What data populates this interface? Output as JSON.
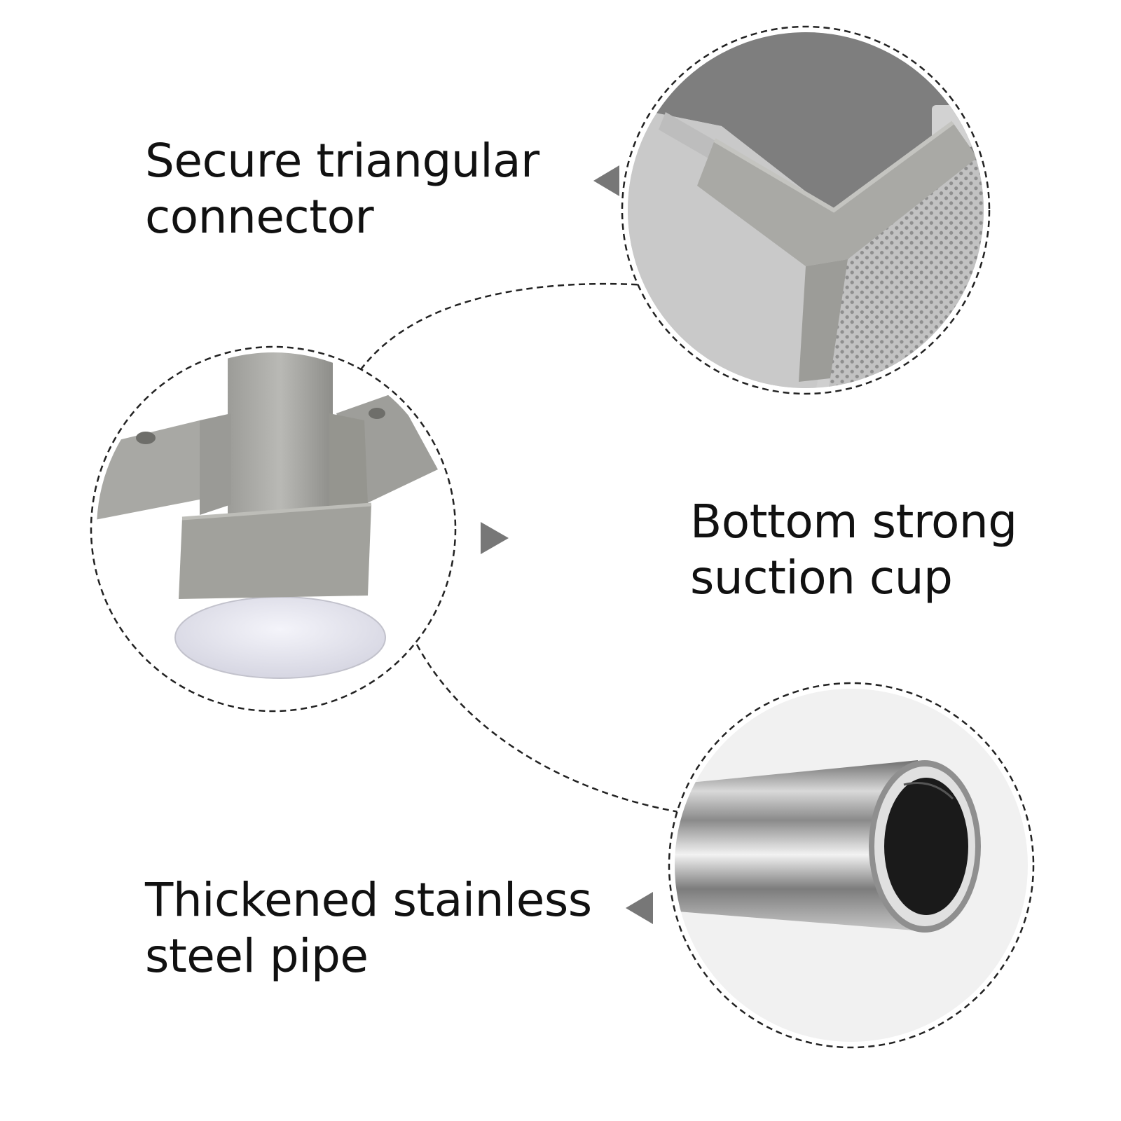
{
  "features": [
    {
      "lines": [
        "Secure triangular",
        "connector"
      ],
      "icon": "corner-connector-photo"
    },
    {
      "lines": [
        "Bottom strong",
        "suction cup"
      ],
      "icon": "suction-cup-base-photo"
    },
    {
      "lines": [
        "Thickened stainless",
        "steel pipe"
      ],
      "icon": "steel-pipe-photo"
    }
  ],
  "colors": {
    "text": "#111111",
    "arrow": "#777777",
    "dashed_outline": "#222222",
    "plastic_grey": "#a8a8a4",
    "mesh_grey": "#b8b8b8",
    "steel": "#9a9a9a"
  }
}
